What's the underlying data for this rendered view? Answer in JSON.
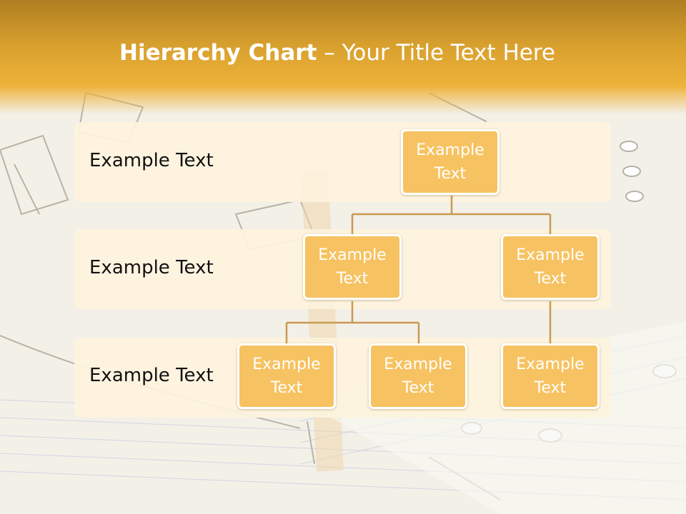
{
  "title": {
    "bold": "Hierarchy Chart",
    "dash": " – ",
    "rest": "Your Title Text Here"
  },
  "bands": [
    {
      "label": "Example Text"
    },
    {
      "label": "Example Text"
    },
    {
      "label": "Example Text"
    }
  ],
  "nodes": {
    "root": "Example Text",
    "level2_left": "Example Text",
    "level2_right": "Example Text",
    "level3_left": "Example Text",
    "level3_middle": "Example Text",
    "level3_right": "Example Text"
  },
  "colors": {
    "title_band": "#e8a935",
    "node_fill": "#f7c261",
    "band_fill": "#fdf3de",
    "connector": "#c99a52"
  }
}
